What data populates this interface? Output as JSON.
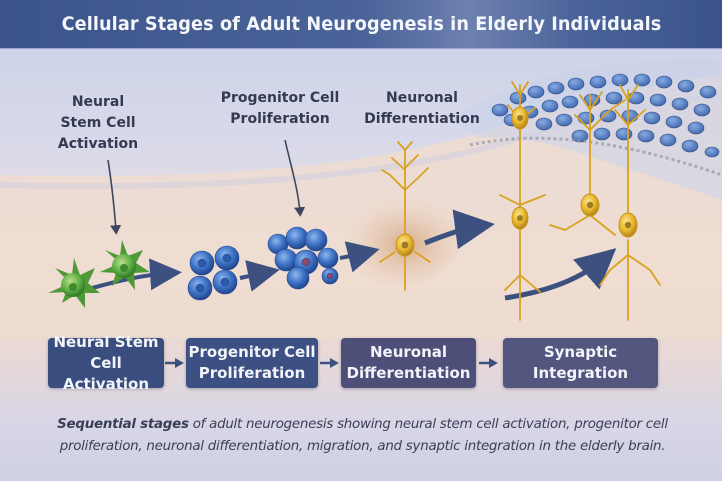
{
  "header": {
    "title": "Cellular Stages of Adult Neurogenesis in Elderly Individuals"
  },
  "callouts": [
    {
      "lines": [
        "Neural",
        "Stem Cell",
        "Activation"
      ]
    },
    {
      "lines": [
        "Progenitor Cell",
        "Proliferation"
      ]
    },
    {
      "lines": [
        "Neuronal",
        "Differentiation"
      ]
    }
  ],
  "stages": [
    {
      "line1": "Neural Stem",
      "line2": "Cell Activation",
      "color": "#394e7f"
    },
    {
      "line1": "Progenitor Cell",
      "line2": "Proliferation",
      "color": "#3d5083"
    },
    {
      "line1": "Neuronal",
      "line2": "Differentiation",
      "color": "#4d4f79"
    },
    {
      "line1": "Synaptic",
      "line2": "Integration",
      "color": "#53567f"
    }
  ],
  "caption": {
    "lead": "Sequential stages",
    "rest": " of adult neurogenesis showing neural stem cell activation, progenitor cell proliferation, neuronal differentiation, migration, and synaptic integration in the elderly brain."
  },
  "colors": {
    "stem_cell": "#5fae45",
    "progenitor": "#3f74c6",
    "neuron": "#e6b62c",
    "granule_layer": "#3e6fc0",
    "arrow": "#3d5181"
  }
}
